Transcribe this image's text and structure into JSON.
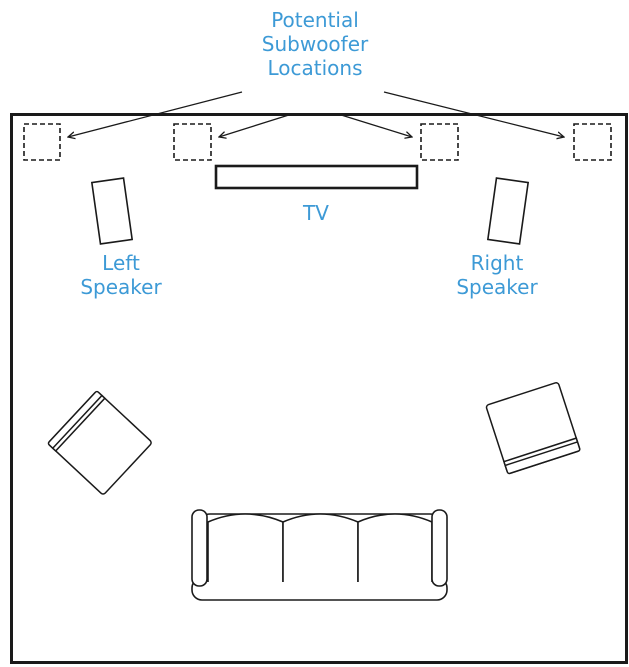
{
  "labels": {
    "subwoofer_line1": "Potential",
    "subwoofer_line2": "Subwoofer",
    "subwoofer_line3": "Locations",
    "tv": "TV",
    "left_line1": "Left",
    "left_line2": "Speaker",
    "right_line1": "Right",
    "right_line2": "Speaker"
  },
  "colors": {
    "label": "#3d9ad6",
    "line": "#1a1a1a",
    "background": "#ffffff"
  }
}
